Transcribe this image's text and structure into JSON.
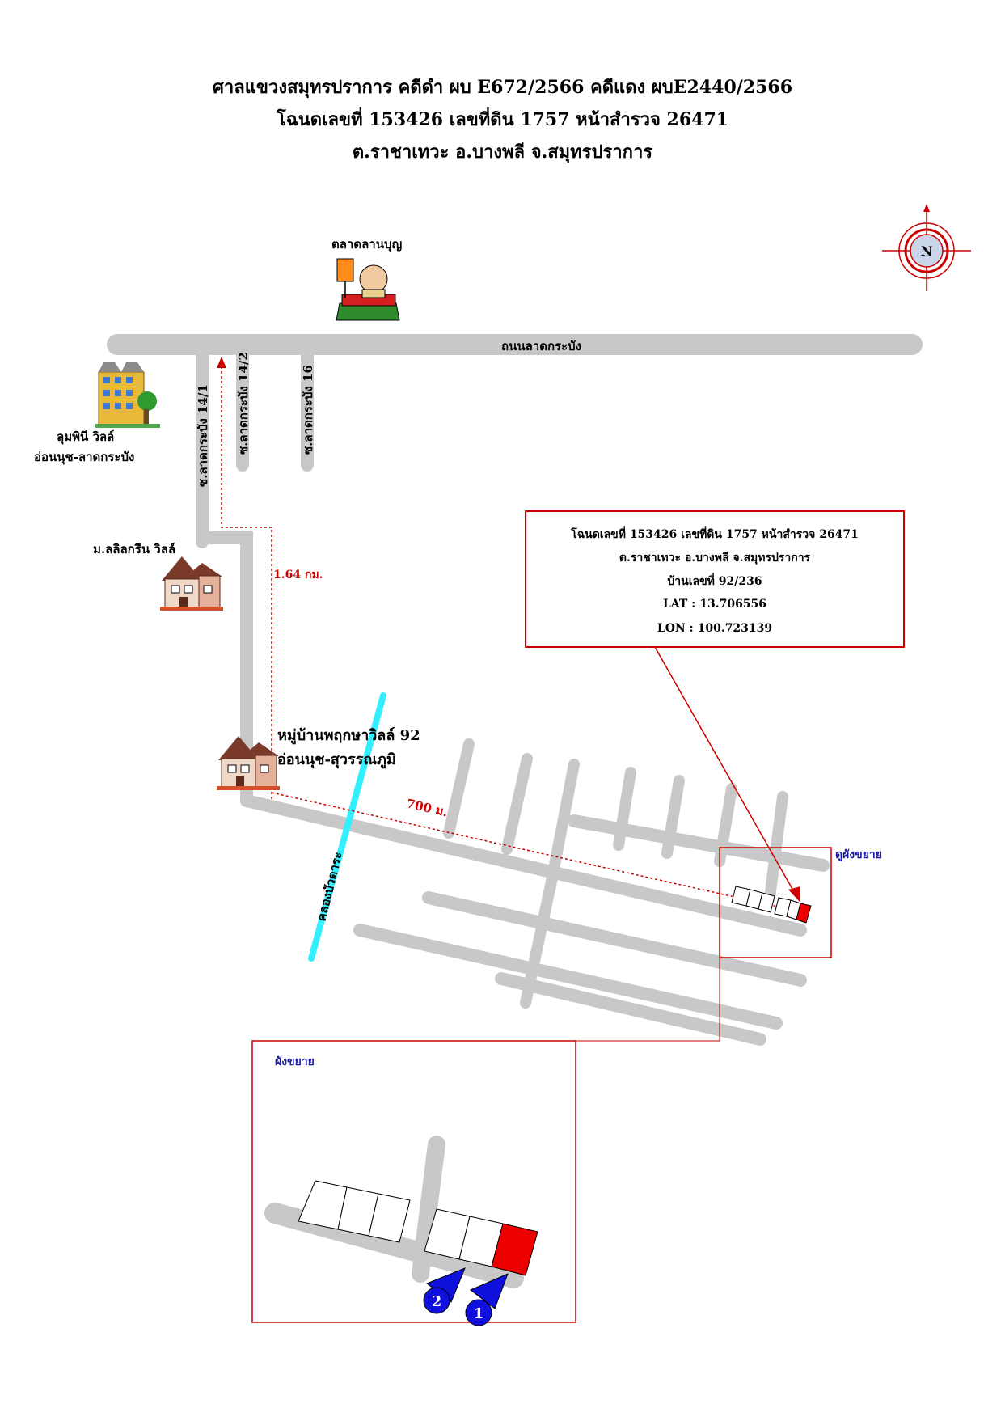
{
  "header": {
    "line1": "ศาลแขวงสมุทรปราการ คดีดำ ผบ E672/2566 คดีแดง ผบE2440/2566",
    "line2": "โฉนดเลขที่ 153426  เลขที่ดิน 1757  หน้าสำรวจ 26471",
    "line3": "ต.ราชาเทวะ อ.บางพลี จ.สมุทรปราการ"
  },
  "compass": {
    "label": "N",
    "icon": "compass-north-icon",
    "color": "#d00000"
  },
  "landmarks": {
    "market": "ตลาดลานบุญ",
    "lumpini_line1": "ลุมพินี วิลล์",
    "lumpini_line2": "อ่อนนุช-ลาดกระบัง",
    "lalil": "ม.ลลิลกรีน วิลล์",
    "village_line1": "หมู่บ้านพฤกษาวิลล์ 92",
    "village_line2": "อ่อนนุช-สุวรรณภูมิ"
  },
  "roads": {
    "main": "ถนนลาดกระบัง",
    "soi_14_1": "ซ.ลาดกระบัง 14/1",
    "soi_14_2": "ซ.ลาดกระบัง 14/2",
    "soi_16": "ซ.ลาดกระบัง 16",
    "canal": "คลองบัวตาระ"
  },
  "distances": {
    "d1": "1.64 กม.",
    "d2": "700 ม."
  },
  "info_box": {
    "line1": "โฉนดเลขที่ 153426 เลขที่ดิน 1757 หน้าสำรวจ 26471",
    "line2": "ต.ราชาเทวะ อ.บางพลี จ.สมุทรปราการ",
    "line3": "บ้านเลขที่ 92/236",
    "line4": "LAT : 13.706556",
    "line5": "LON : 100.723139"
  },
  "zoom": {
    "link_label": "ดูผังขยาย",
    "inset_title": "ผังขยาย"
  },
  "markers": {
    "m1": "1",
    "m2": "2"
  },
  "colors": {
    "road": "#c8c8c8",
    "accent": "#cc0000",
    "canal": "#33eeff",
    "marker": "#1010dd",
    "label_blue": "#1a1aa0"
  }
}
